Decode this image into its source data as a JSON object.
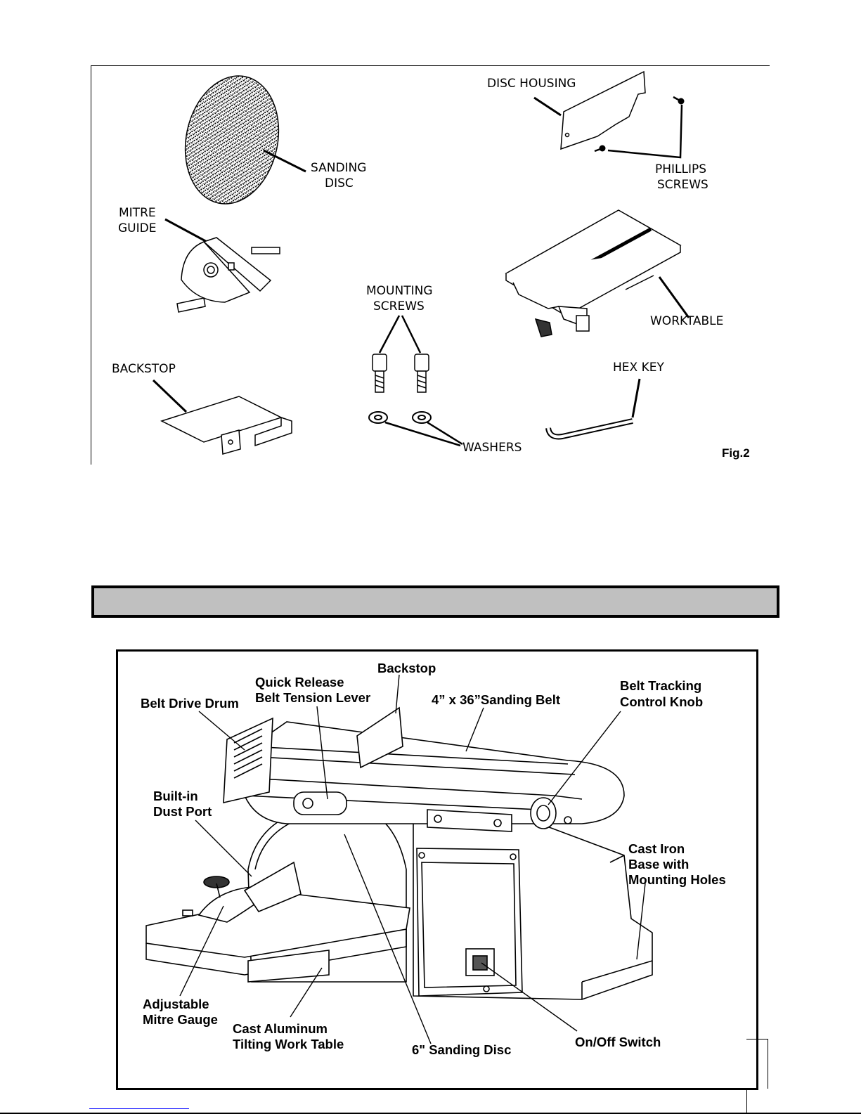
{
  "fig2_parts": {
    "sanding_disc": [
      "SANDING",
      "DISC"
    ],
    "disc_housing": "DISC HOUSING",
    "phillips_screws": [
      "PHILLIPS",
      "SCREWS"
    ],
    "mitre_guide": [
      "MITRE",
      "GUIDE"
    ],
    "mounting_screws": [
      "MOUNTING",
      "SCREWS"
    ],
    "worktable": "WORKTABLE",
    "backstop": "BACKSTOP",
    "hex_key": "HEX KEY",
    "washers": "WASHERS",
    "fig_number": "Fig.2"
  },
  "section_banner": "",
  "machine_labels": {
    "backstop": "Backstop",
    "quick_release": [
      "Quick Release",
      "Belt Tension Lever"
    ],
    "belt_drive_drum": "Belt Drive Drum",
    "sanding_belt": "4” x 36”Sanding Belt",
    "belt_tracking": [
      "Belt Tracking",
      "Control Knob"
    ],
    "dust_port": [
      "Built-in",
      "Dust Port"
    ],
    "cast_iron_base": [
      "Cast Iron",
      "Base with",
      "Mounting Holes"
    ],
    "mitre_gauge": [
      "Adjustable",
      "Mitre Gauge"
    ],
    "work_table": [
      "Cast Aluminum",
      "Tilting Work Table"
    ],
    "sanding_disc": "6\" Sanding Disc",
    "switch": "On/Off Switch"
  }
}
